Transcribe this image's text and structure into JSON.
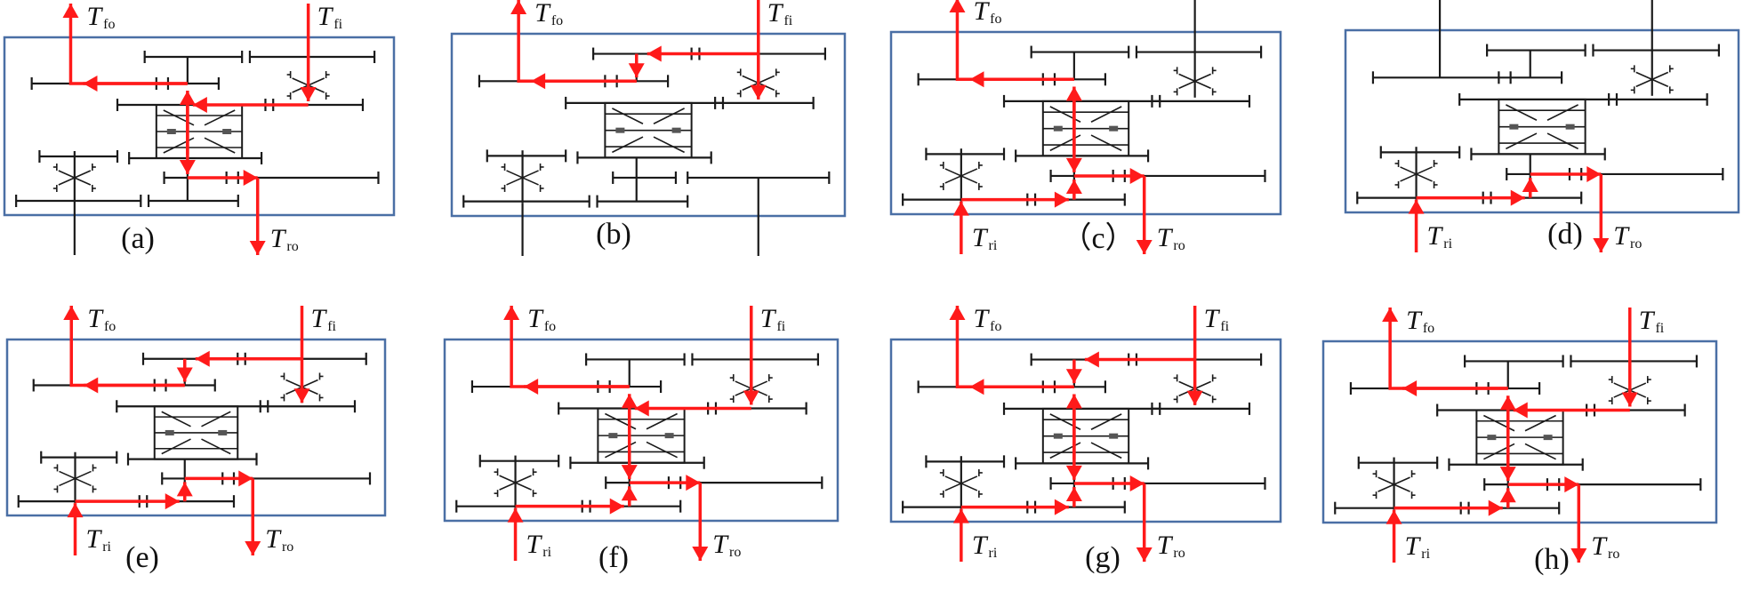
{
  "figure": {
    "title": "Torque flow paths of a dual-input gearbox in eight operating modes",
    "colors": {
      "frame": "#4a6fa5",
      "gear": "#1a1a1a",
      "flow": "#ff1a1a"
    },
    "labels": {
      "front_out": {
        "main": "T",
        "sub": "fo"
      },
      "front_in": {
        "main": "T",
        "sub": "fi"
      },
      "rear_in": {
        "main": "T",
        "sub": "ri"
      },
      "rear_out": {
        "main": "T",
        "sub": "ro"
      }
    },
    "panels": [
      {
        "id": "a",
        "caption": "(a)",
        "shows": [
          "front_out",
          "front_in",
          "rear_out"
        ],
        "inputs": [
          "front_in"
        ],
        "outputs": [
          "front_out",
          "rear_out"
        ]
      },
      {
        "id": "b",
        "caption": "(b)",
        "shows": [
          "front_out",
          "front_in"
        ],
        "inputs": [
          "front_in"
        ],
        "outputs": [
          "front_out"
        ]
      },
      {
        "id": "c",
        "caption": "（c）",
        "shows": [
          "front_out",
          "rear_in",
          "rear_out"
        ],
        "inputs": [
          "rear_in"
        ],
        "outputs": [
          "front_out",
          "rear_out"
        ]
      },
      {
        "id": "d",
        "caption": "(d)",
        "shows": [
          "rear_in",
          "rear_out"
        ],
        "inputs": [
          "rear_in"
        ],
        "outputs": [
          "rear_out"
        ]
      },
      {
        "id": "e",
        "caption": "(e)",
        "shows": [
          "front_out",
          "front_in",
          "rear_in",
          "rear_out"
        ],
        "inputs": [
          "front_in",
          "rear_in"
        ],
        "outputs": [
          "front_out",
          "rear_out"
        ]
      },
      {
        "id": "f",
        "caption": "(f)",
        "shows": [
          "front_out",
          "front_in",
          "rear_in",
          "rear_out"
        ],
        "inputs": [
          "front_in",
          "rear_in"
        ],
        "outputs": [
          "front_out",
          "rear_out"
        ]
      },
      {
        "id": "g",
        "caption": "(g)",
        "shows": [
          "front_out",
          "front_in",
          "rear_in",
          "rear_out"
        ],
        "inputs": [
          "front_in",
          "rear_in"
        ],
        "outputs": [
          "front_out",
          "rear_out"
        ]
      },
      {
        "id": "h",
        "caption": "(h)",
        "shows": [
          "front_out",
          "front_in",
          "rear_in",
          "rear_out"
        ],
        "inputs": [
          "front_in",
          "rear_in"
        ],
        "outputs": [
          "front_out",
          "rear_out"
        ]
      }
    ]
  }
}
